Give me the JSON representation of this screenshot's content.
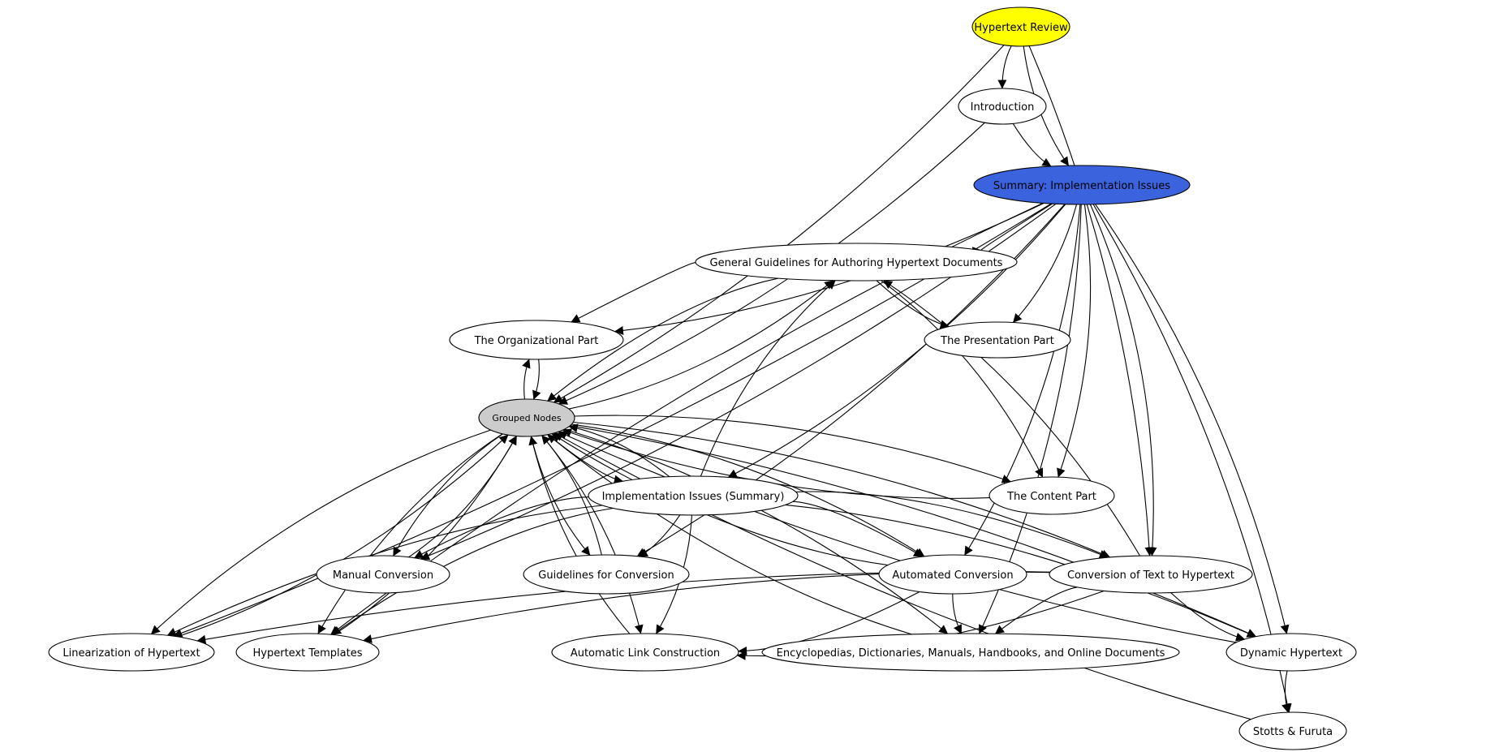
{
  "graph": {
    "nodes": [
      {
        "id": "hypertext_review",
        "label": "Hypertext Review",
        "fill": "#ffff00"
      },
      {
        "id": "introduction",
        "label": "Introduction",
        "fill": "#ffffff"
      },
      {
        "id": "summary_impl",
        "label": "Summary: Implementation Issues",
        "fill": "#3b63de"
      },
      {
        "id": "general_guidelines",
        "label": "General Guidelines for Authoring Hypertext Documents",
        "fill": "#ffffff"
      },
      {
        "id": "organizational_part",
        "label": "The Organizational Part",
        "fill": "#ffffff"
      },
      {
        "id": "presentation_part",
        "label": "The Presentation Part",
        "fill": "#ffffff"
      },
      {
        "id": "grouped_nodes",
        "label": "Grouped Nodes",
        "fill": "#cccccc"
      },
      {
        "id": "impl_issues_summary",
        "label": "Implementation Issues (Summary)",
        "fill": "#ffffff"
      },
      {
        "id": "content_part",
        "label": "The Content Part",
        "fill": "#ffffff"
      },
      {
        "id": "manual_conversion",
        "label": "Manual Conversion",
        "fill": "#ffffff"
      },
      {
        "id": "guidelines_conversion",
        "label": "Guidelines for Conversion",
        "fill": "#ffffff"
      },
      {
        "id": "automated_conversion",
        "label": "Automated Conversion",
        "fill": "#ffffff"
      },
      {
        "id": "conversion_text",
        "label": "Conversion of Text to Hypertext",
        "fill": "#ffffff"
      },
      {
        "id": "linearization",
        "label": "Linearization of Hypertext",
        "fill": "#ffffff"
      },
      {
        "id": "templates",
        "label": "Hypertext Templates",
        "fill": "#ffffff"
      },
      {
        "id": "auto_link",
        "label": "Automatic Link Construction",
        "fill": "#ffffff"
      },
      {
        "id": "encyclopedias",
        "label": "Encyclopedias, Dictionaries, Manuals, Handbooks, and Online Documents",
        "fill": "#ffffff"
      },
      {
        "id": "dynamic_hypertext",
        "label": "Dynamic Hypertext",
        "fill": "#ffffff"
      },
      {
        "id": "stotts_furuta",
        "label": "Stotts & Furuta",
        "fill": "#ffffff"
      }
    ],
    "edges": [
      [
        "hypertext_review",
        "introduction"
      ],
      [
        "hypertext_review",
        "summary_impl"
      ],
      [
        "hypertext_review",
        "grouped_nodes"
      ],
      [
        "hypertext_review",
        "conversion_text"
      ],
      [
        "introduction",
        "summary_impl"
      ],
      [
        "introduction",
        "grouped_nodes"
      ],
      [
        "summary_impl",
        "general_guidelines"
      ],
      [
        "summary_impl",
        "organizational_part"
      ],
      [
        "summary_impl",
        "presentation_part"
      ],
      [
        "summary_impl",
        "content_part"
      ],
      [
        "summary_impl",
        "impl_issues_summary"
      ],
      [
        "summary_impl",
        "linearization"
      ],
      [
        "summary_impl",
        "templates"
      ],
      [
        "summary_impl",
        "manual_conversion"
      ],
      [
        "summary_impl",
        "guidelines_conversion"
      ],
      [
        "summary_impl",
        "automated_conversion"
      ],
      [
        "summary_impl",
        "conversion_text"
      ],
      [
        "summary_impl",
        "dynamic_hypertext"
      ],
      [
        "summary_impl",
        "encyclopedias"
      ],
      [
        "summary_impl",
        "stotts_furuta"
      ],
      [
        "general_guidelines",
        "organizational_part"
      ],
      [
        "general_guidelines",
        "presentation_part"
      ],
      [
        "general_guidelines",
        "content_part"
      ],
      [
        "general_guidelines",
        "grouped_nodes"
      ],
      [
        "grouped_nodes",
        "general_guidelines"
      ],
      [
        "organizational_part",
        "grouped_nodes"
      ],
      [
        "grouped_nodes",
        "organizational_part"
      ],
      [
        "grouped_nodes",
        "impl_issues_summary"
      ],
      [
        "impl_issues_summary",
        "grouped_nodes"
      ],
      [
        "grouped_nodes",
        "content_part"
      ],
      [
        "content_part",
        "grouped_nodes"
      ],
      [
        "grouped_nodes",
        "manual_conversion"
      ],
      [
        "manual_conversion",
        "grouped_nodes"
      ],
      [
        "grouped_nodes",
        "guidelines_conversion"
      ],
      [
        "guidelines_conversion",
        "grouped_nodes"
      ],
      [
        "grouped_nodes",
        "automated_conversion"
      ],
      [
        "automated_conversion",
        "grouped_nodes"
      ],
      [
        "grouped_nodes",
        "conversion_text"
      ],
      [
        "grouped_nodes",
        "linearization"
      ],
      [
        "linearization",
        "grouped_nodes"
      ],
      [
        "grouped_nodes",
        "templates"
      ],
      [
        "templates",
        "grouped_nodes"
      ],
      [
        "grouped_nodes",
        "auto_link"
      ],
      [
        "auto_link",
        "grouped_nodes"
      ],
      [
        "grouped_nodes",
        "encyclopedias"
      ],
      [
        "encyclopedias",
        "grouped_nodes"
      ],
      [
        "grouped_nodes",
        "dynamic_hypertext"
      ],
      [
        "dynamic_hypertext",
        "grouped_nodes"
      ],
      [
        "stotts_furuta",
        "grouped_nodes"
      ],
      [
        "impl_issues_summary",
        "general_guidelines"
      ],
      [
        "impl_issues_summary",
        "manual_conversion"
      ],
      [
        "impl_issues_summary",
        "guidelines_conversion"
      ],
      [
        "impl_issues_summary",
        "automated_conversion"
      ],
      [
        "impl_issues_summary",
        "conversion_text"
      ],
      [
        "impl_issues_summary",
        "templates"
      ],
      [
        "impl_issues_summary",
        "auto_link"
      ],
      [
        "impl_issues_summary",
        "dynamic_hypertext"
      ],
      [
        "impl_issues_summary",
        "linearization"
      ],
      [
        "automated_conversion",
        "auto_link"
      ],
      [
        "automated_conversion",
        "encyclopedias"
      ],
      [
        "conversion_text",
        "general_guidelines"
      ],
      [
        "conversion_text",
        "linearization"
      ],
      [
        "conversion_text",
        "auto_link"
      ],
      [
        "conversion_text",
        "encyclopedias"
      ],
      [
        "conversion_text",
        "dynamic_hypertext"
      ],
      [
        "conversion_text",
        "templates"
      ],
      [
        "dynamic_hypertext",
        "stotts_furuta"
      ]
    ]
  }
}
